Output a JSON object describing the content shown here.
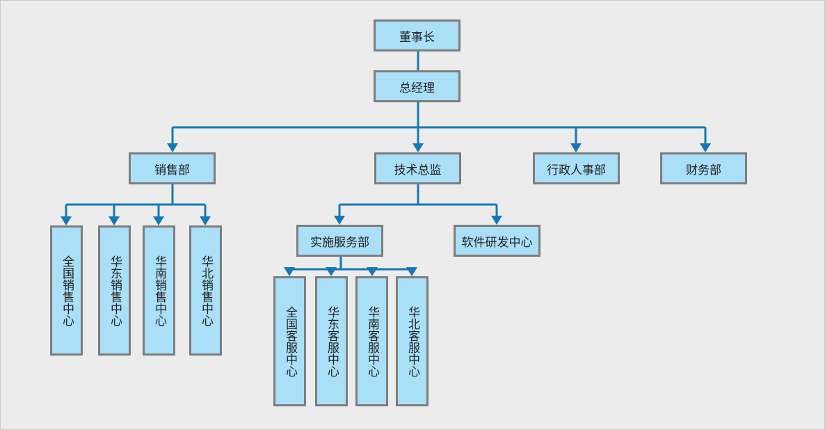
{
  "nodes": {
    "chairman": "董事长",
    "general_manager": "总经理",
    "sales_dept": "销售部",
    "tech_director": "技术总监",
    "admin_hr_dept": "行政人事部",
    "finance_dept": "财务部",
    "implementation_service_dept": "实施服务部",
    "software_rd_center": "软件研发中心",
    "sales_national": "全国销售中心",
    "sales_east": "华东销售中心",
    "sales_south": "华南销售中心",
    "sales_north": "华北销售中心",
    "cs_national": "全国客服中心",
    "cs_east": "华东客服中心",
    "cs_south": "华南客服中心",
    "cs_north": "华北客服中心"
  },
  "colors": {
    "background": "#ececec",
    "box_fill": "#aadff8",
    "box_border": "#7d7d7d",
    "connector": "#1478b4"
  }
}
